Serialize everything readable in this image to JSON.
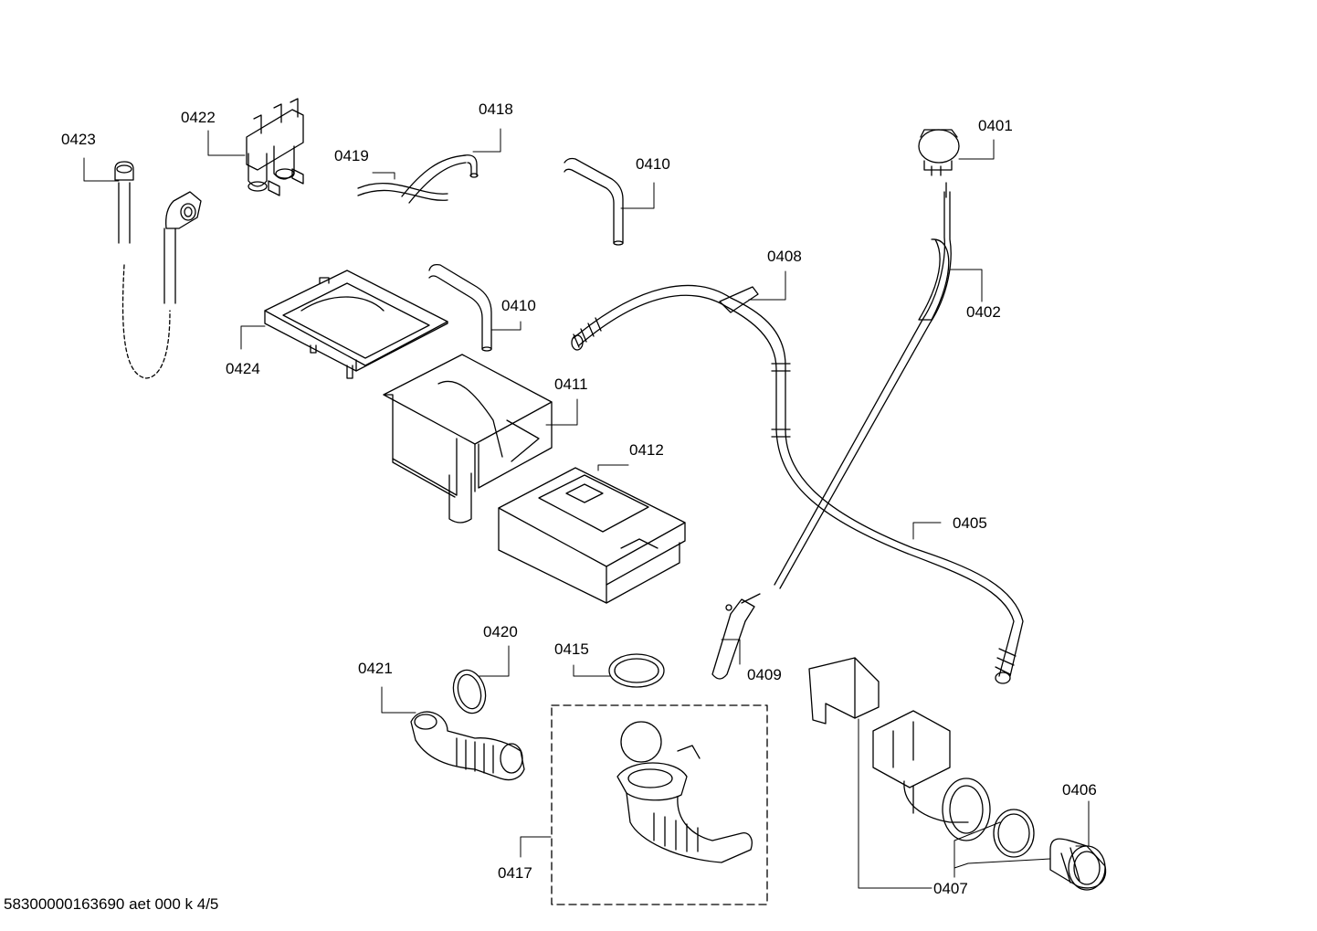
{
  "labels": {
    "p0401": "0401",
    "p0402": "0402",
    "p0405": "0405",
    "p0406": "0406",
    "p0407": "0407",
    "p0408": "0408",
    "p0409": "0409",
    "p0410a": "0410",
    "p0410b": "0410",
    "p0411": "0411",
    "p0412": "0412",
    "p0415": "0415",
    "p0417": "0417",
    "p0418": "0418",
    "p0419": "0419",
    "p0420": "0420",
    "p0421": "0421",
    "p0422": "0422",
    "p0423": "0423",
    "p0424": "0424"
  },
  "footer": "58300000163690 aet 000 k 4/5"
}
